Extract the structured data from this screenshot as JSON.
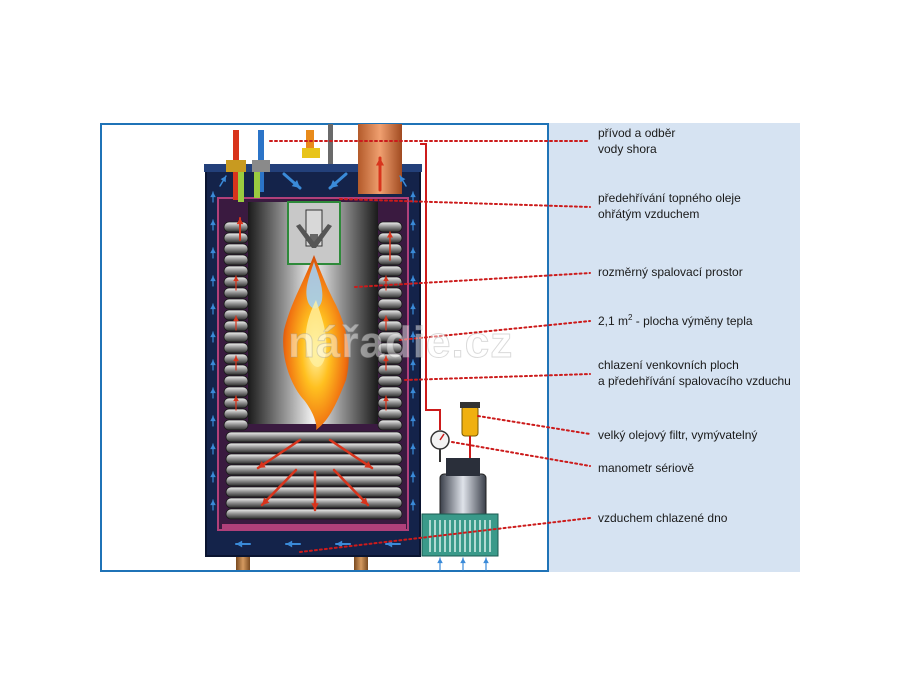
{
  "colors": {
    "panel_bg": "#d6e3f2",
    "frame_blue": "#1f73b7",
    "shell_dark": "#14234a",
    "leader_red": "#cc1b1b",
    "flame_orange": "#f08a10",
    "coil_grey": "#8a8f97"
  },
  "labels": {
    "water": "přívod a odběr\nvody shora",
    "oil_preheat": "předehřívání topného oleje\nohřátým vzduchem",
    "chamber": "rozměrný spalovací prostor",
    "area_prefix": "2,1 m",
    "area_sup": "2",
    "area_suffix": " - plocha výměny tepla",
    "cooling": "chlazení venkovních ploch\na předehřívání spalovacího vzduchu",
    "filter": "velký olejový filtr, vymývatelný",
    "gauge": "manometr sériově",
    "bottom": "vzduchem chlazené dno"
  },
  "watermark": "nářadie.cz",
  "icons": [
    "flame-icon",
    "pressure-gauge-icon",
    "oil-filter-icon",
    "arrow-up-icon",
    "arrow-down-icon",
    "arrow-left-icon"
  ]
}
